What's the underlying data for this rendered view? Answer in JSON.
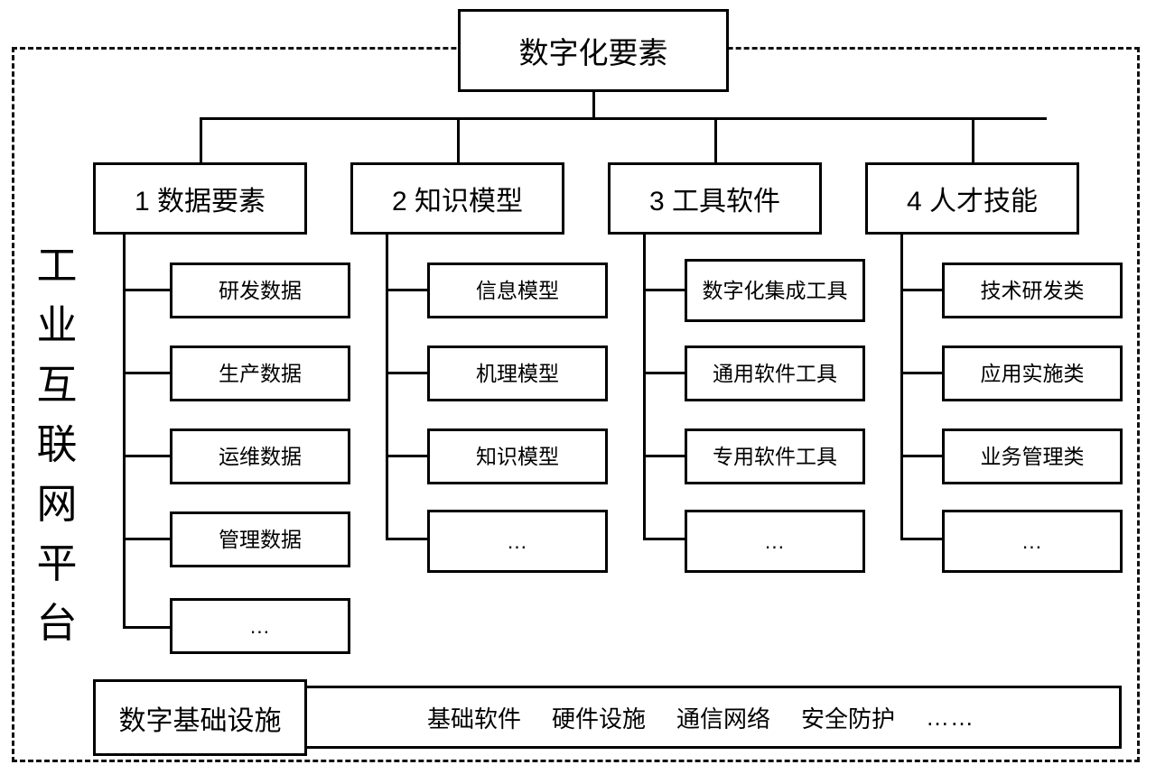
{
  "diagram": {
    "type": "tree",
    "platform_label": "工业互联网平台",
    "platform_label_chars": [
      "工",
      "业",
      "互",
      "联",
      "网",
      "平",
      "台"
    ],
    "root": {
      "label": "数字化要素"
    },
    "branches": [
      {
        "label": "1 数据要素",
        "children": [
          {
            "label": "研发数据"
          },
          {
            "label": "生产数据"
          },
          {
            "label": "运维数据"
          },
          {
            "label": "管理数据"
          },
          {
            "label": "..."
          }
        ]
      },
      {
        "label": "2 知识模型",
        "children": [
          {
            "label": "信息模型"
          },
          {
            "label": "机理模型"
          },
          {
            "label": "知识模型"
          },
          {
            "label": "..."
          }
        ]
      },
      {
        "label": "3 工具软件",
        "children": [
          {
            "label": "数字化集成工具"
          },
          {
            "label": "通用软件工具"
          },
          {
            "label": "专用软件工具"
          },
          {
            "label": "..."
          }
        ]
      },
      {
        "label": "4 人才技能",
        "children": [
          {
            "label": "技术研发类"
          },
          {
            "label": "应用实施类"
          },
          {
            "label": "业务管理类"
          },
          {
            "label": "..."
          }
        ]
      }
    ],
    "infrastructure": {
      "label": "数字基础设施",
      "items": [
        "基础软件",
        "硬件设施",
        "通信网络",
        "安全防护",
        "……"
      ]
    },
    "colors": {
      "stroke": "#000000",
      "background": "#ffffff",
      "frame": "#111111"
    }
  }
}
